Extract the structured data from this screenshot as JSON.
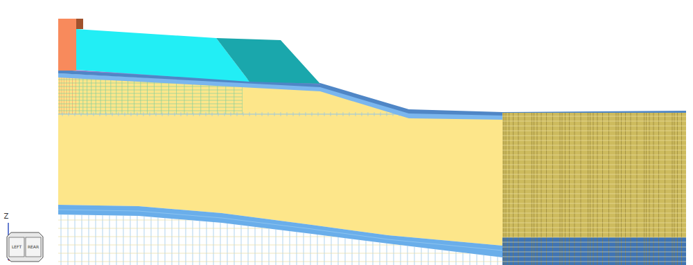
{
  "diagram": {
    "labels": [
      "Z",
      "LEFT",
      "REAR"
    ]
  }
}
